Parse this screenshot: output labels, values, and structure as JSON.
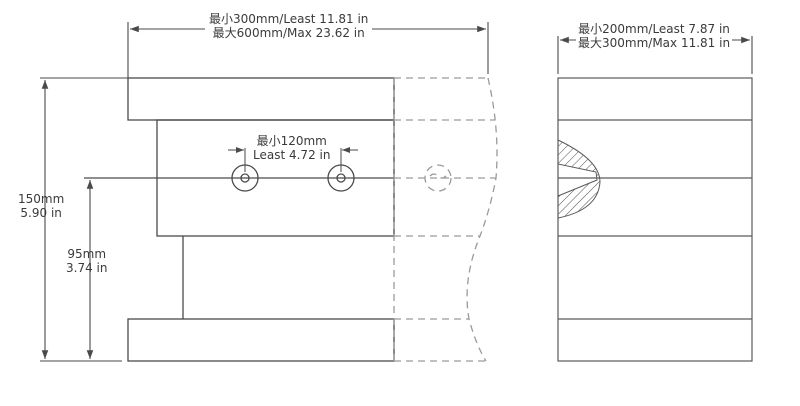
{
  "front_view": {
    "width_label": {
      "min": "最小300mm/Least 11.81 in",
      "max": "最大600mm/Max 23.62 in"
    },
    "total_height_label": {
      "mm": "150mm",
      "in": "5.90 in"
    },
    "partial_height_label": {
      "mm": "95mm",
      "in": "3.74 in"
    },
    "hole_spacing_label": {
      "mm": "最小120mm",
      "in": "Least 4.72 in"
    }
  },
  "side_view": {
    "depth_label": {
      "min": "最小200mm/Least 7.87 in",
      "max": "最大300mm/Max 11.81 in"
    }
  },
  "colors": {
    "line": "#4a4a4a",
    "dashed": "#9a9a9a",
    "text": "#3a3a3a"
  }
}
